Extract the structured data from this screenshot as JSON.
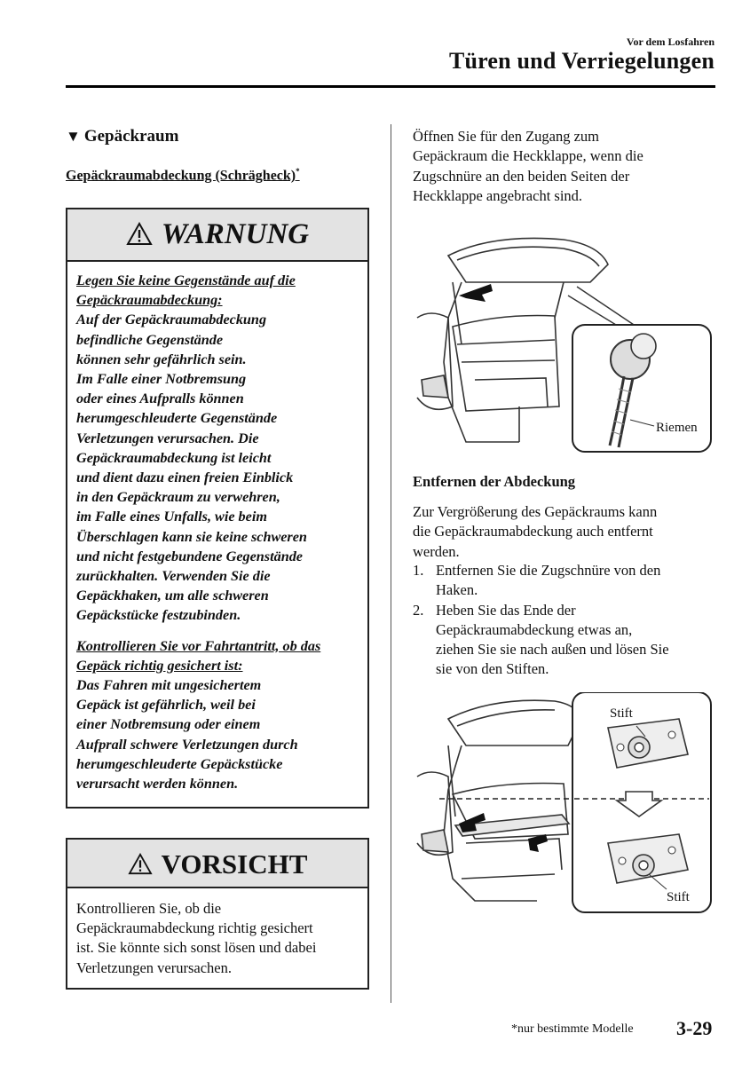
{
  "header": {
    "section": "Vor dem Losfahren",
    "title": "Türen und Verriegelungen"
  },
  "left": {
    "section_heading": "Gepäckraum",
    "sub_heading": "Gepäckraumabdeckung (Schrägheck)",
    "sub_heading_mark": "*",
    "warning": {
      "title": "WARNUNG",
      "para1_heading": "Legen Sie keine Gegenstände auf die Gepäckraumabdeckung:",
      "para1_lines": [
        "Auf der Gepäckraumabdeckung",
        "befindliche Gegenstände",
        "können sehr gefährlich sein.",
        "Im Falle einer Notbremsung",
        "oder eines Aufpralls können",
        "herumgeschleuderte Gegenstände",
        "Verletzungen verursachen. Die",
        "Gepäckraumabdeckung ist leicht",
        "und dient dazu einen freien Einblick",
        "in den Gepäckraum zu verwehren,",
        "im Falle eines Unfalls, wie beim",
        "Überschlagen kann sie keine schweren",
        "und nicht festgebundene Gegenstände",
        "zurückhalten. Verwenden Sie die",
        "Gepäckhaken, um alle schweren",
        "Gepäckstücke festzubinden."
      ],
      "para2_heading": "Kontrollieren Sie vor Fahrtantritt, ob das Gepäck richtig gesichert ist:",
      "para2_lines": [
        "Das Fahren mit ungesichertem",
        "Gepäck ist gefährlich, weil bei",
        "einer Notbremsung oder einem",
        "Aufprall schwere Verletzungen durch",
        "herumgeschleuderte Gepäckstücke",
        "verursacht werden können."
      ]
    },
    "caution": {
      "title": "VORSICHT",
      "lines": [
        "Kontrollieren Sie, ob die",
        "Gepäckraumabdeckung richtig gesichert",
        "ist. Sie könnte sich sonst lösen und dabei",
        "Verletzungen verursachen."
      ]
    }
  },
  "right": {
    "intro_lines": [
      "Öffnen Sie für den Zugang zum",
      "Gepäckraum die Heckklappe, wenn die",
      "Zugschnüre an den beiden Seiten der",
      "Heckklappe angebracht sind."
    ],
    "figure1_label": "Riemen",
    "remove_heading": "Entfernen der Abdeckung",
    "remove_intro_lines": [
      "Zur Vergrößerung des Gepäckraums kann",
      "die Gepäckraumabdeckung auch entfernt",
      "werden."
    ],
    "steps": [
      {
        "num": "1.",
        "lines": [
          "Entfernen Sie die Zugschnüre von den",
          "Haken."
        ]
      },
      {
        "num": "2.",
        "lines": [
          "Heben Sie das Ende der",
          "Gepäckraumabdeckung etwas an,",
          "ziehen Sie sie nach außen und lösen Sie",
          "sie von den Stiften."
        ]
      }
    ],
    "figure2_label_top": "Stift",
    "figure2_label_bottom": "Stift"
  },
  "footer": {
    "footnote": "*nur bestimmte Modelle",
    "page": "3-29"
  },
  "icons": {
    "warning": "warning-triangle-icon",
    "section_marker": "down-triangle-icon"
  }
}
